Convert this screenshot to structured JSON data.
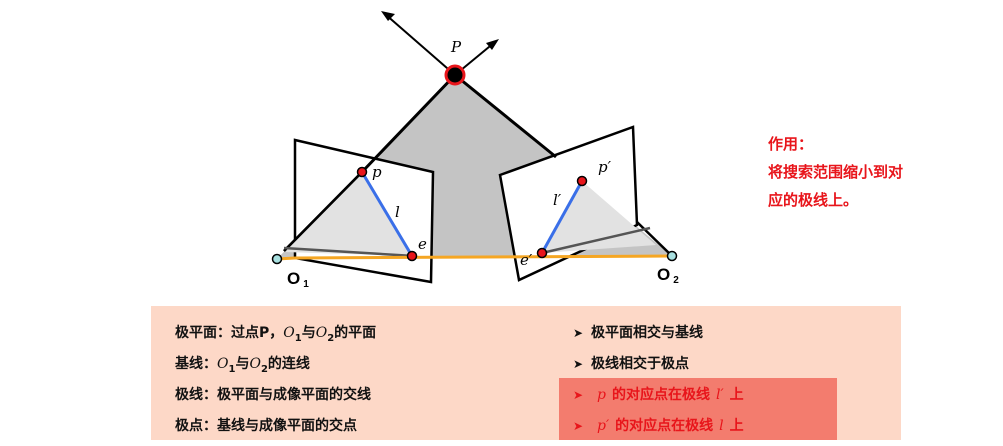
{
  "diagram": {
    "point_label": "P",
    "left_camera_label": "O",
    "left_camera_sub": "1",
    "right_camera_label": "O",
    "right_camera_sub": "2",
    "left_image_point": "p",
    "left_epipole": "e",
    "left_epipolar_line": "l",
    "right_image_point": "p′",
    "right_epipole": "e′",
    "right_epipolar_line": "l′",
    "colors": {
      "plane_fill": "#c4c4c4",
      "image_plane_fill": "#e0e0e0",
      "baseline": "#f5a623",
      "epipolar_line": "#3a6fe8",
      "point_marker": "#e8151b",
      "camera_center": "#a8e0e0"
    }
  },
  "note": {
    "line1": "作用：",
    "line2": "将搜索范围缩小到对",
    "line3": "应的极线上。"
  },
  "definitions": [
    {
      "term": "极平面：过点P，",
      "a": "O",
      "a_sub": "1",
      "mid": "与",
      "b": "O",
      "b_sub": "2",
      "tail": "的平面"
    },
    {
      "term": "基线：",
      "a": "O",
      "a_sub": "1",
      "mid": "与",
      "b": "O",
      "b_sub": "2",
      "tail": "的连线"
    },
    {
      "term": "极线：极平面与成像平面的交线"
    },
    {
      "term": "极点：基线与成像平面的交点"
    }
  ],
  "properties": [
    {
      "text": "极平面相交与基线"
    },
    {
      "text": "极线相交于极点"
    },
    {
      "pre": "",
      "sym": "p",
      "mid": "的对应点在极线",
      "sym2": "l′",
      "post": "上"
    },
    {
      "pre": "",
      "sym": "p′",
      "mid": "的对应点在极线",
      "sym2": "l",
      "post": "上"
    }
  ]
}
